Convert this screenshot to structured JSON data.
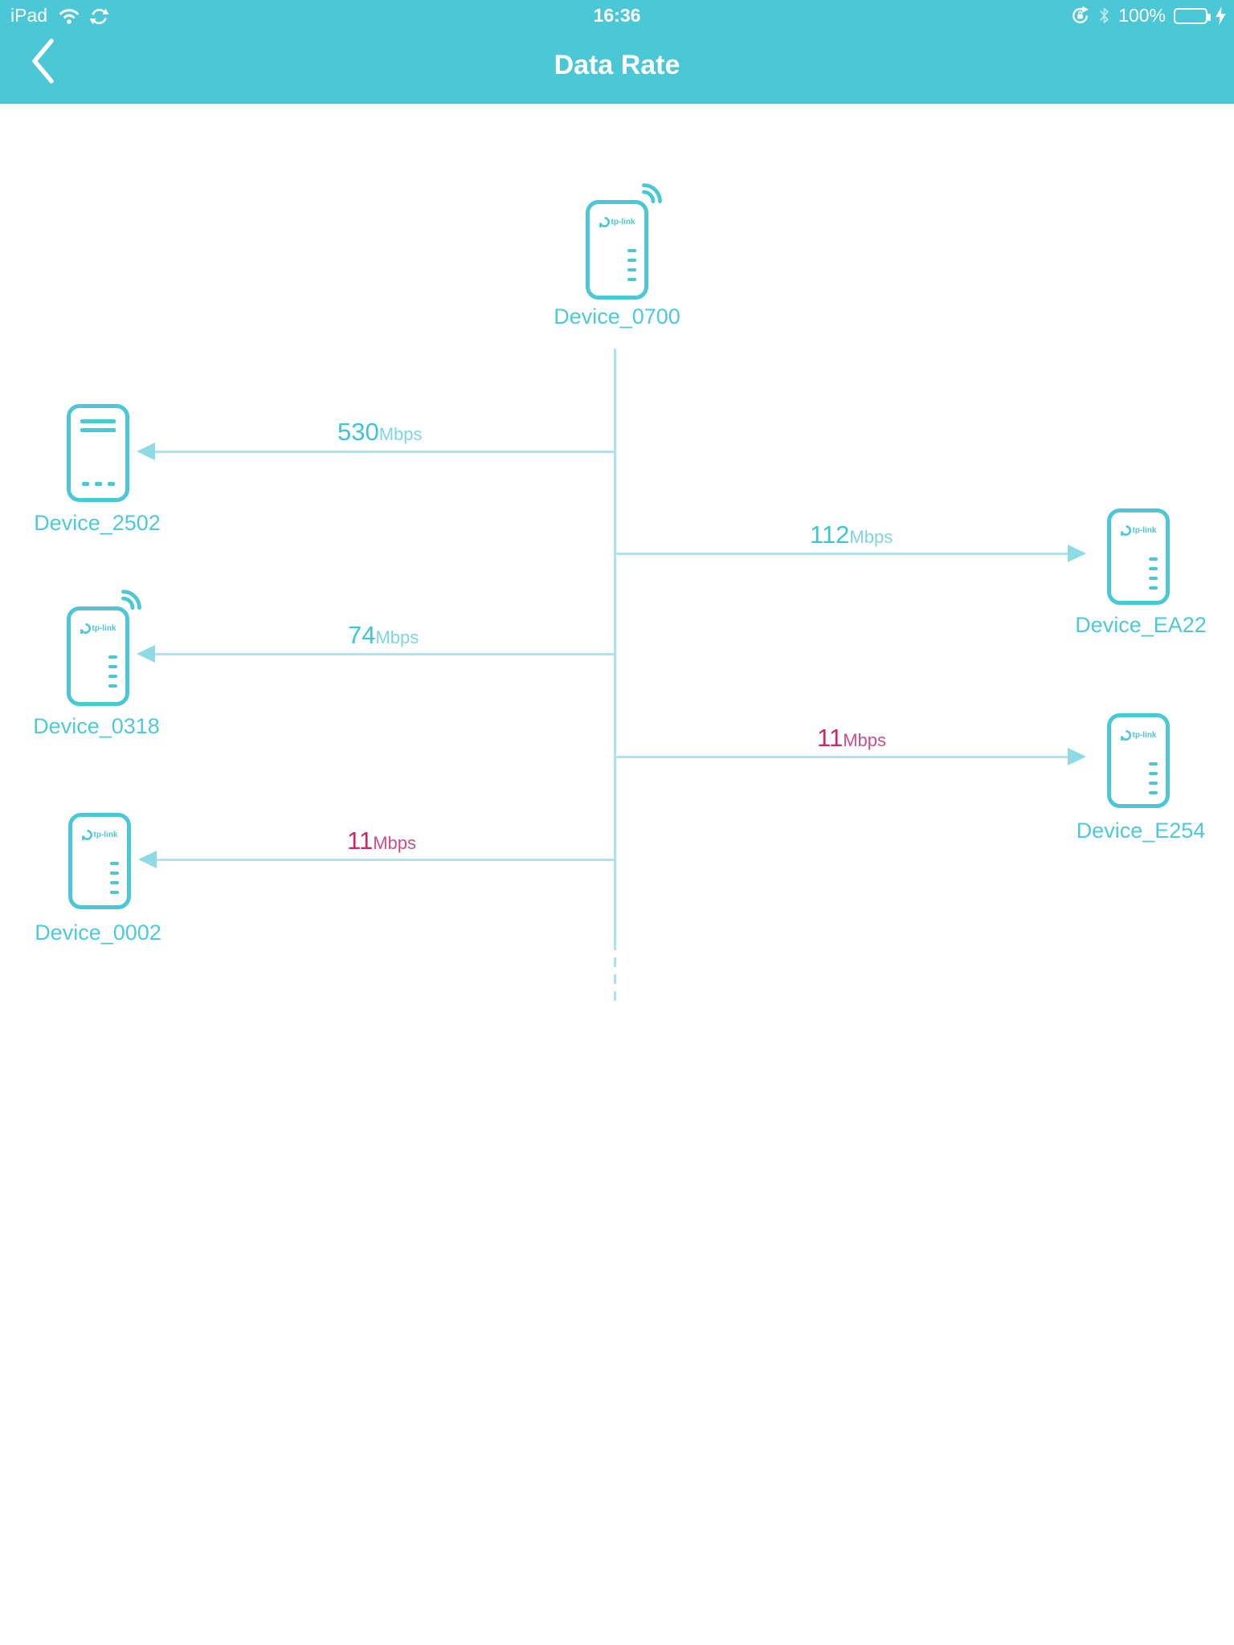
{
  "status_bar": {
    "carrier": "iPad",
    "time": "16:36",
    "battery": "100%"
  },
  "nav": {
    "title": "Data Rate"
  },
  "colors": {
    "header_teal": "#4bc7d5",
    "accent_teal": "#4cc7d5",
    "line_cyan": "#abe4ee",
    "arrow_cyan": "#8edbe7",
    "rate_teal": "#3fc4d6",
    "unit_teal": "#7dd6e3",
    "rate_pink": "#c62a68",
    "unit_pink": "#cf4e86",
    "battery_green": "#61d765"
  },
  "diagram": {
    "logo_text": "tp-link",
    "root": {
      "name": "Device_0700"
    },
    "links": [
      {
        "device": "Device_2502",
        "rate": "530",
        "unit": "Mbps",
        "direction": "left",
        "slow": false
      },
      {
        "device": "Device_EA22",
        "rate": "112",
        "unit": "Mbps",
        "direction": "right",
        "slow": false
      },
      {
        "device": "Device_0318",
        "rate": "74",
        "unit": "Mbps",
        "direction": "left",
        "slow": false
      },
      {
        "device": "Device_E254",
        "rate": "11",
        "unit": "Mbps",
        "direction": "right",
        "slow": true
      },
      {
        "device": "Device_0002",
        "rate": "11",
        "unit": "Mbps",
        "direction": "left",
        "slow": true
      }
    ]
  }
}
